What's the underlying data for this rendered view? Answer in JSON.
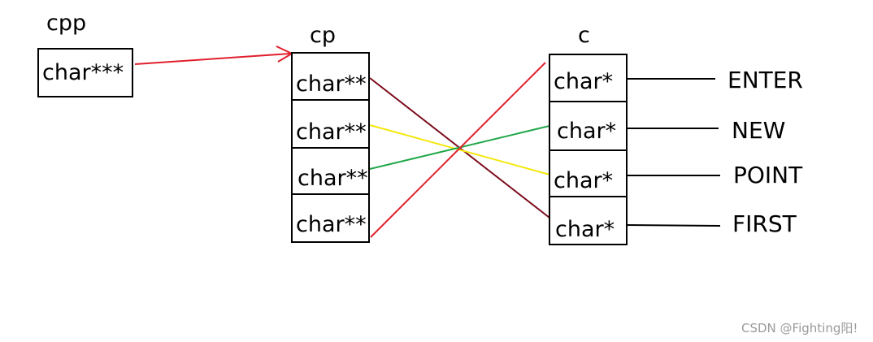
{
  "cpp": {
    "name": "cpp",
    "cell": "char***"
  },
  "cp": {
    "name": "cp",
    "cells": [
      "char**",
      "char**",
      "char**",
      "char**"
    ]
  },
  "c": {
    "name": "c",
    "cells": [
      "char*",
      "char*",
      "char*",
      "char*"
    ]
  },
  "strings": [
    "ENTER",
    "NEW",
    "POINT",
    "FIRST"
  ],
  "colors": {
    "cpp_arrow": "#e0202c",
    "cp0_to_c3": "#7b0c1c",
    "cp1_to_c2": "#f5e70b",
    "cp2_to_c1": "#22a84a",
    "cp3_to_c0": "#e0202c",
    "string_lines": "#000000"
  },
  "watermark": "CSDN @Fighting阳!"
}
